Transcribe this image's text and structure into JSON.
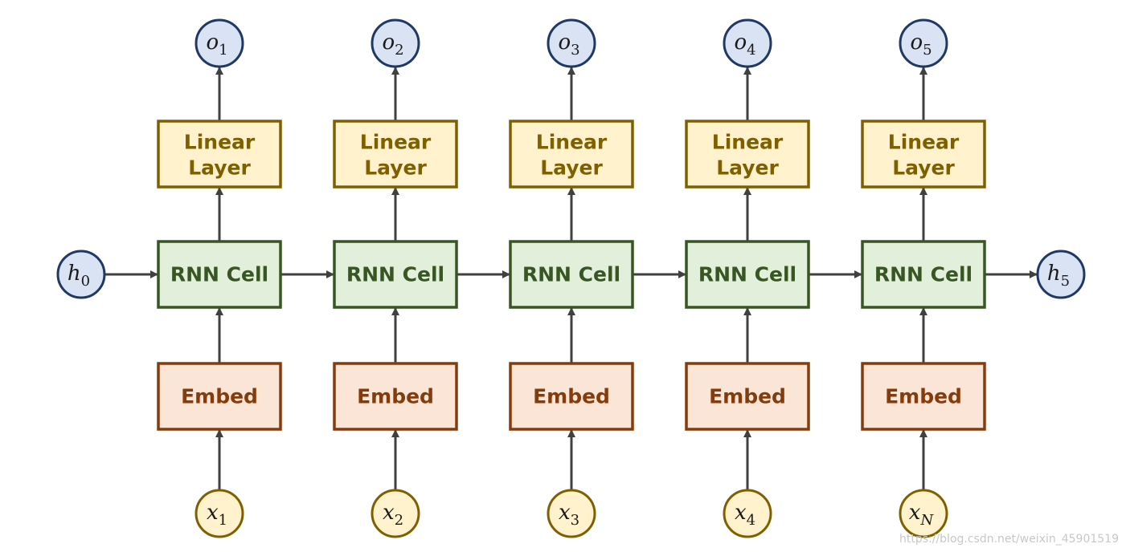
{
  "columns": [
    {
      "output": {
        "base": "o",
        "sub": "1"
      },
      "linear": {
        "line1": "Linear",
        "line2": "Layer"
      },
      "rnn": "RNN Cell",
      "embed": "Embed",
      "input": {
        "base": "x",
        "sub": "1"
      }
    },
    {
      "output": {
        "base": "o",
        "sub": "2"
      },
      "linear": {
        "line1": "Linear",
        "line2": "Layer"
      },
      "rnn": "RNN Cell",
      "embed": "Embed",
      "input": {
        "base": "x",
        "sub": "2"
      }
    },
    {
      "output": {
        "base": "o",
        "sub": "3"
      },
      "linear": {
        "line1": "Linear",
        "line2": "Layer"
      },
      "rnn": "RNN Cell",
      "embed": "Embed",
      "input": {
        "base": "x",
        "sub": "3"
      }
    },
    {
      "output": {
        "base": "o",
        "sub": "4"
      },
      "linear": {
        "line1": "Linear",
        "line2": "Layer"
      },
      "rnn": "RNN Cell",
      "embed": "Embed",
      "input": {
        "base": "x",
        "sub": "4"
      }
    },
    {
      "output": {
        "base": "o",
        "sub": "5"
      },
      "linear": {
        "line1": "Linear",
        "line2": "Layer"
      },
      "rnn": "RNN Cell",
      "embed": "Embed",
      "input": {
        "base": "x",
        "sub": "N"
      }
    }
  ],
  "hidden_start": {
    "base": "h",
    "sub": "0"
  },
  "hidden_end": {
    "base": "h",
    "sub": "5"
  },
  "watermark": "https://blog.csdn.net/weixin_45901519",
  "colors": {
    "linear_fill": "#fff2cc",
    "linear_stroke": "#7f6000",
    "linear_text": "#7f6000",
    "rnn_fill": "#e2efda",
    "rnn_stroke": "#375623",
    "rnn_text": "#375623",
    "embed_fill": "#fbe5d6",
    "embed_stroke": "#843c0c",
    "embed_text": "#843c0c",
    "blue_fill": "#dae3f3",
    "blue_stroke": "#203864",
    "yellow_fill": "#fff2cc",
    "yellow_stroke": "#7f6000",
    "arrow": "#404040"
  }
}
